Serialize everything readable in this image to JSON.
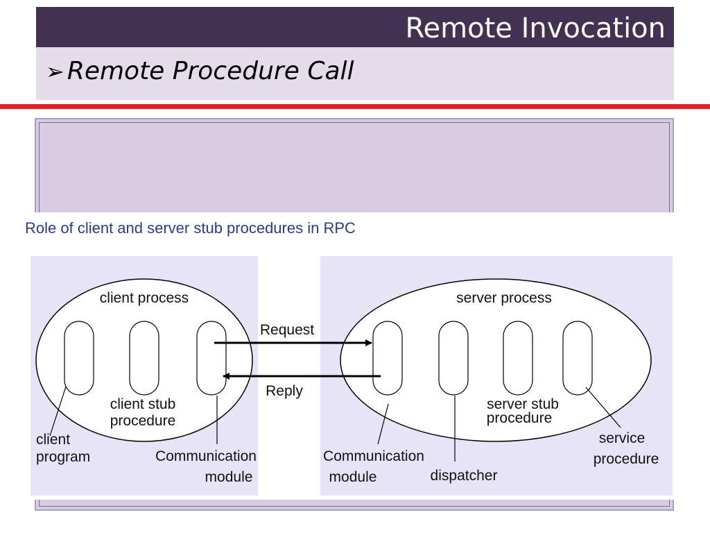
{
  "header": {
    "title": "Remote Invocation"
  },
  "subtitle": {
    "bullet": "➢",
    "text": "Remote Procedure Call"
  },
  "diagram": {
    "caption": "Role of client and server stub procedures in RPC",
    "client_process_label": "client process",
    "server_process_label": "server process",
    "request_label": "Request",
    "reply_label": "Reply",
    "client_program_line1": "client",
    "client_program_line2": "program",
    "client_stub_line1": "client stub",
    "client_stub_line2": "procedure",
    "client_comm_line1": "Communication",
    "client_comm_line2": "module",
    "server_comm_line1": "Communication",
    "server_comm_line2": "module",
    "dispatcher_label": "dispatcher",
    "server_stub_line1": "server stub",
    "server_stub_line2": "procedure",
    "service_line1": "service",
    "service_line2": "procedure"
  }
}
